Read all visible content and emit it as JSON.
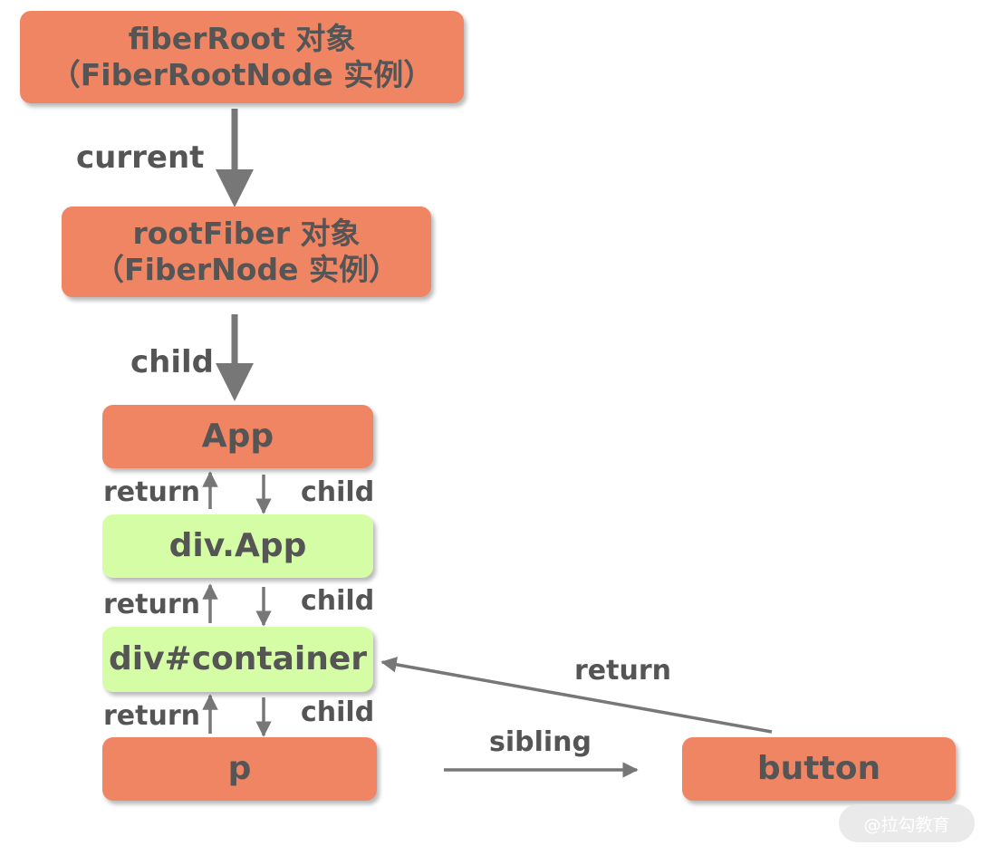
{
  "nodes": {
    "fiber_root": {
      "line1": "fiberRoot 对象",
      "line2": "（FiberRootNode 实例）"
    },
    "root_fiber": {
      "line1": "rootFiber 对象",
      "line2": "（FiberNode 实例）"
    },
    "app": "App",
    "div_app": "div.App",
    "div_container": "div#container",
    "p": "p",
    "button": "button"
  },
  "edges": {
    "current": "current",
    "child_root": "child",
    "return_1": "return",
    "child_1": "child",
    "return_2": "return",
    "child_2": "child",
    "return_3": "return",
    "child_3": "child",
    "sibling": "sibling",
    "return_button": "return"
  },
  "watermark": "@拉勾教育",
  "colors": {
    "orange_node": "#f08564",
    "green_node": "#d5fda6",
    "text": "#555555",
    "arrow": "#777777"
  }
}
